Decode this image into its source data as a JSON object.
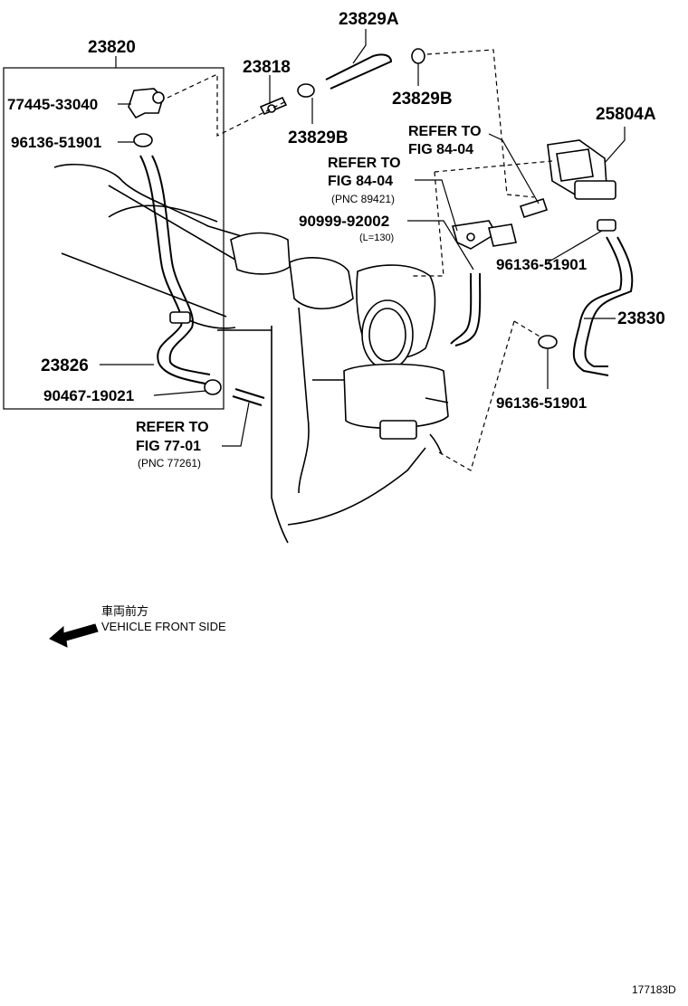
{
  "labels": {
    "p23820": "23820",
    "p77445": "77445-33040",
    "p96136a": "96136-51901",
    "p23826": "23826",
    "p90467": "90467-19021",
    "refer_to": "REFER TO",
    "fig_77_01": "FIG 77-01",
    "pnc_77261": "(PNC 77261)",
    "p23818": "23818",
    "p23829A": "23829A",
    "p23829B": "23829B",
    "fig_84_04": "FIG 84-04",
    "pnc_89421": "(PNC 89421)",
    "p90999": "90999-92002",
    "l130": "(L=130)",
    "p25804A": "25804A",
    "p96136b": "96136-51901",
    "p23830": "23830",
    "p96136c": "96136-51901",
    "front_jp": "車両前方",
    "front_en": "VEHICLE FRONT SIDE",
    "figure_id": "177183D"
  }
}
